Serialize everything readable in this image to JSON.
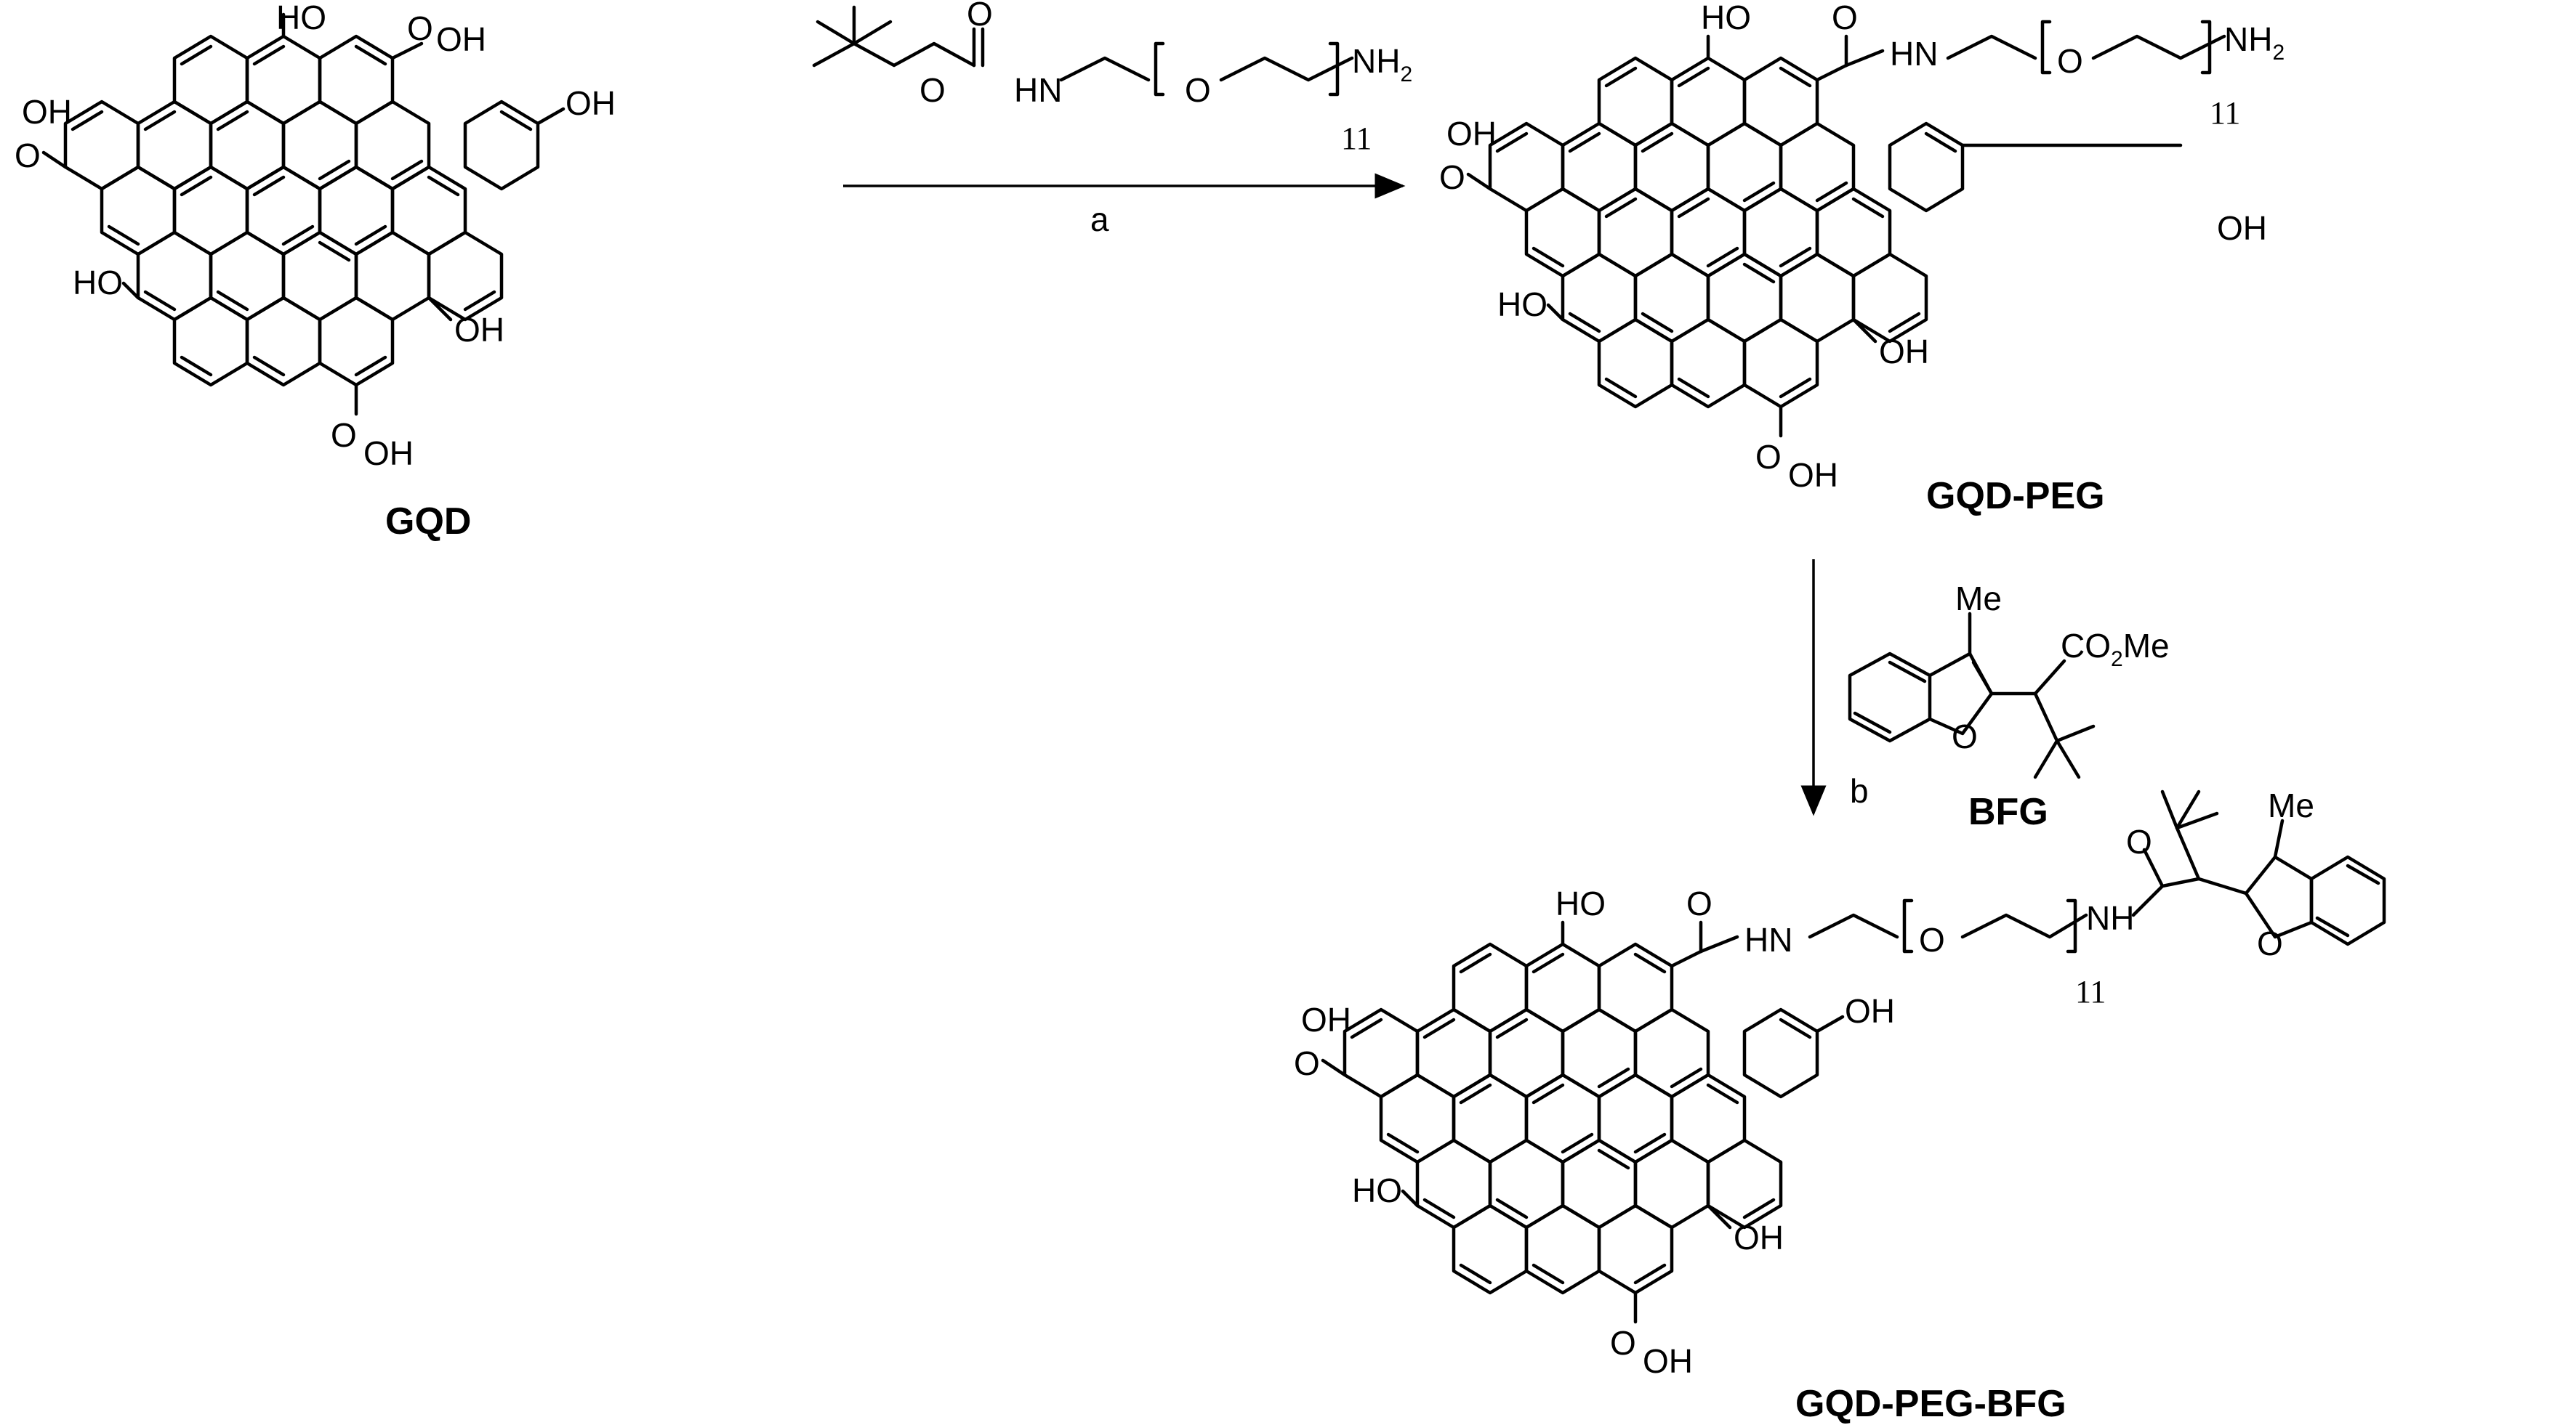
{
  "compounds": {
    "gqd": "GQD",
    "gqd_peg": "GQD-PEG",
    "bfg": "BFG",
    "gqd_peg_bfg": "GQD-PEG-BFG"
  },
  "conditions": {
    "a": "a",
    "b": "b"
  },
  "atoms": {
    "oh": "OH",
    "ho": "HO",
    "o": "O",
    "hn": "HN",
    "nh": "NH",
    "nh2": "NH",
    "h2_sub": "2",
    "me": "Me",
    "co2me_a": "CO",
    "co2me_sub": "2",
    "co2me_b": "Me",
    "repeat": "11"
  }
}
